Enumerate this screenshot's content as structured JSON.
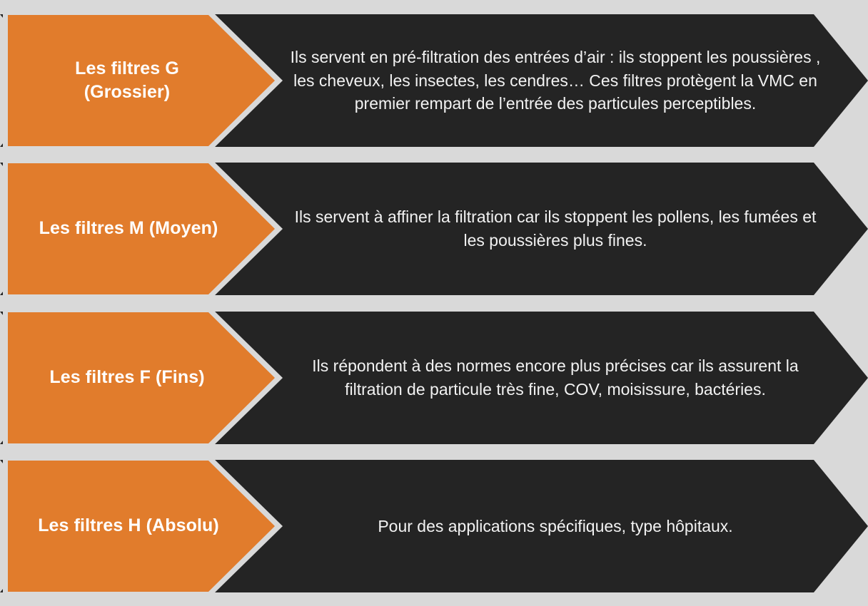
{
  "colors": {
    "background": "#d9d9d9",
    "accent_orange": "#e17c2c",
    "panel_dark": "#242424",
    "label_text": "#ffffff",
    "description_text": "#f2f2f2"
  },
  "diagram": {
    "type": "chevron-list",
    "rows": [
      {
        "label": "Les filtres G (Grossier)",
        "label_line1": "Les filtres G",
        "label_line2": "(Grossier)",
        "description": "Ils servent en pré-filtration des entrées d’air : ils stoppent les poussières , les cheveux, les insectes, les cendres… Ces filtres protègent la VMC en premier rempart de l’entrée des particules perceptibles."
      },
      {
        "label": "Les filtres M (Moyen)",
        "label_line1": "Les filtres M (Moyen)",
        "label_line2": "",
        "description": "Ils servent à affiner la filtration car ils stoppent les pollens, les fumées et les poussières plus fines."
      },
      {
        "label": "Les filtres F (Fins)",
        "label_line1": "Les filtres F (Fins)",
        "label_line2": "",
        "description": "Ils répondent à des normes encore plus précises car ils assurent la filtration de particule très fine, COV, moisissure, bactéries."
      },
      {
        "label": "Les filtres H (Absolu)",
        "label_line1": "Les filtres H (Absolu)",
        "label_line2": "",
        "description": "Pour des applications spécifiques, type hôpitaux."
      }
    ]
  }
}
